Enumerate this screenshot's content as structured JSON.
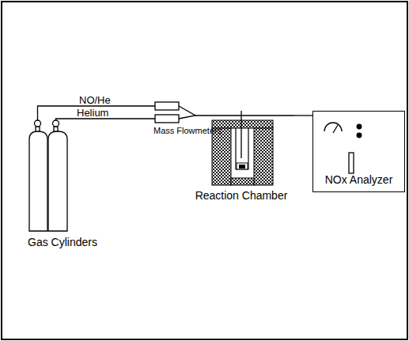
{
  "diagram": {
    "nodes": [
      {
        "text": [
          "Reaction Chamber"
        ]
      },
      {
        "text": [
          "NOx Analyzer"
        ]
      }
    ],
    "edges": [
      {
        "from": 0,
        "to": 1,
        "arrow": "none"
      }
    ],
    "labels": [
      "NO/He",
      "Helium",
      "Mass Flowmeters",
      "Gas Cylinders"
    ]
  }
}
